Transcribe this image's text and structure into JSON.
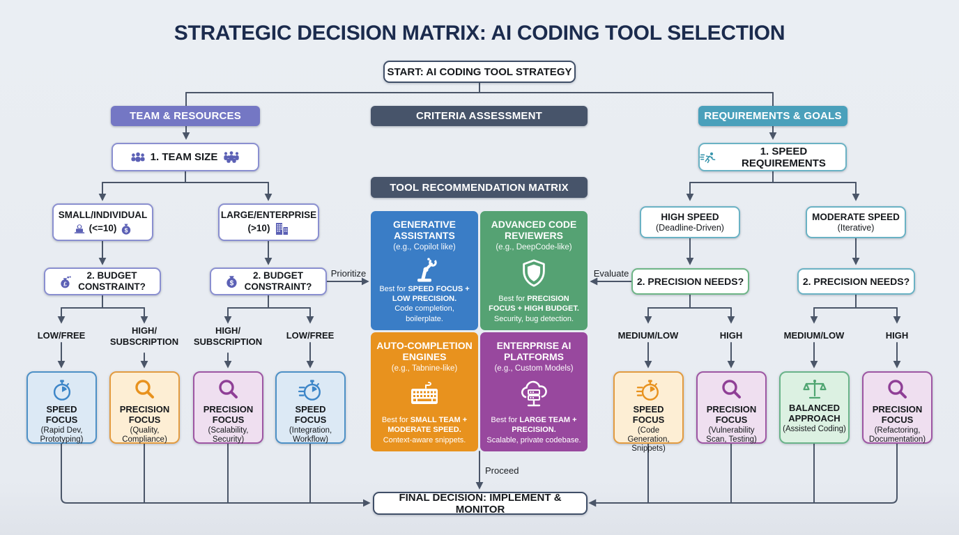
{
  "title": "STRATEGIC DECISION MATRIX: AI CODING TOOL SELECTION",
  "start": {
    "label": "START: AI CODING TOOL STRATEGY"
  },
  "final": {
    "label": "FINAL DECISION: IMPLEMENT & MONITOR"
  },
  "headers": {
    "team": "TEAM & RESOURCES",
    "criteria": "CRITERIA ASSESSMENT",
    "requirements": "REQUIREMENTS & GOALS",
    "matrix": "TOOL RECOMMENDATION MATRIX"
  },
  "edge_labels": {
    "prioritize": "Prioritize",
    "evaluate": "Evaluate",
    "proceed": "Proceed"
  },
  "left_flow": {
    "team_size": "1. TEAM SIZE",
    "small": {
      "title": "SMALL/INDIVIDUAL",
      "subtitle": "(<=10)"
    },
    "large": {
      "title": "LARGE/ENTERPRISE",
      "subtitle": "(>10)"
    },
    "budget_small": "2. BUDGET\nCONSTRAINT?",
    "budget_large": "2. BUDGET\nCONSTRAINT?",
    "branches": [
      "LOW/FREE",
      "HIGH/\nSUBSCRIPTION",
      "HIGH/\nSUBSCRIPTION",
      "LOW/FREE"
    ]
  },
  "right_flow": {
    "speed_req": "1. SPEED REQUIREMENTS",
    "high_speed": {
      "title": "HIGH SPEED",
      "subtitle": "(Deadline-Driven)"
    },
    "moderate_speed": {
      "title": "MODERATE SPEED",
      "subtitle": "(Iterative)"
    },
    "precision_1": "2. PRECISION NEEDS?",
    "precision_2": "2. PRECISION NEEDS?",
    "branches": [
      "MEDIUM/LOW",
      "HIGH",
      "MEDIUM/LOW",
      "HIGH"
    ]
  },
  "matrix": {
    "quadrants": [
      {
        "title": "GENERATIVE\nASSISTANTS",
        "subtitle": "(e.g., Copilot like)",
        "best_prefix": "Best for ",
        "best_bold": "SPEED FOCUS + LOW PRECISION.",
        "tail": "Code completion, boilerplate.",
        "color": "#3a7dc6",
        "icon": "robot-arm-icon"
      },
      {
        "title": "ADVANCED CODE\nREVIEWERS",
        "subtitle": "(e.g., DeepCode-like)",
        "best_prefix": "Best for ",
        "best_bold": "PRECISION FOCUS + HIGH BUDGET.",
        "tail": "Security, bug detection.",
        "color": "#55a273",
        "icon": "shield-icon"
      },
      {
        "title": "AUTO-COMPLETION\nENGINES",
        "subtitle": "(e.g., Tabnine-like)",
        "best_prefix": "Best for ",
        "best_bold": "SMALL TEAM + MODERATE SPEED.",
        "tail": "Context-aware snippets.",
        "color": "#e8921e",
        "icon": "keyboard-icon"
      },
      {
        "title": "ENTERPRISE AI\nPLATFORMS",
        "subtitle": "(e.g., Custom Models)",
        "best_prefix": "Best for ",
        "best_bold": "LARGE TEAM + PRECISION.",
        "tail": "Scalable, private codebase.",
        "color": "#98489e",
        "icon": "cloud-server-icon"
      }
    ]
  },
  "outcomes": [
    {
      "title": "SPEED FOCUS",
      "subtitle": "(Rapid Dev, Prototyping)",
      "variant": "blue",
      "icon": "stopwatch-icon"
    },
    {
      "title": "PRECISION FOCUS",
      "subtitle": "(Quality, Compliance)",
      "variant": "orange",
      "icon": "magnifier-icon"
    },
    {
      "title": "PRECISION FOCUS",
      "subtitle": "(Scalability, Security)",
      "variant": "purple",
      "icon": "magnifier-icon"
    },
    {
      "title": "SPEED FOCUS",
      "subtitle": "(Integration, Workflow)",
      "variant": "blue",
      "icon": "speed-stopwatch-icon"
    },
    {
      "title": "SPEED FOCUS",
      "subtitle": "(Code Generation, Snippets)",
      "variant": "orange",
      "icon": "speed-stopwatch-icon"
    },
    {
      "title": "PRECISION FOCUS",
      "subtitle": "(Vulnerability Scan, Testing)",
      "variant": "purple",
      "icon": "magnifier-icon"
    },
    {
      "title": "BALANCED APPROACH",
      "subtitle": "(Assisted Coding)",
      "variant": "green",
      "icon": "scales-icon"
    },
    {
      "title": "PRECISION FOCUS",
      "subtitle": "(Refactoring, Documentation)",
      "variant": "purple",
      "icon": "magnifier-icon"
    }
  ],
  "icons": {
    "users-icon": "group of people silhouettes",
    "crowd-icon": "large crowd silhouettes",
    "runner-icon": "running person with speed lines",
    "dev-laptop-icon": "person working on laptop",
    "money-bag-pound-icon": "money bag with pound sign and coins",
    "money-bag-dollar-icon": "money bag with dollar sign",
    "buildings-icon": "office buildings",
    "stopwatch-icon": "stopwatch",
    "speed-stopwatch-icon": "stopwatch with motion lines",
    "magnifier-icon": "magnifying glass",
    "scales-icon": "balance scales",
    "robot-arm-icon": "robotic arm",
    "shield-icon": "security shield",
    "keyboard-icon": "keyboard",
    "cloud-server-icon": "cloud with servers"
  },
  "colors": {
    "background": "#e9edf2",
    "title_text": "#1b2b4d",
    "connector": "#4a5568",
    "header_purple": "#7477c4",
    "header_dark": "#47546a",
    "header_teal": "#4aa0bb",
    "quad_blue": "#3a7dc6",
    "quad_green": "#55a273",
    "quad_orange": "#e8921e",
    "quad_purple": "#98489e",
    "outcome_blue": "#4d90c6",
    "outcome_orange": "#e29b40",
    "outcome_purple": "#9d56a3",
    "outcome_green": "#69b389"
  }
}
